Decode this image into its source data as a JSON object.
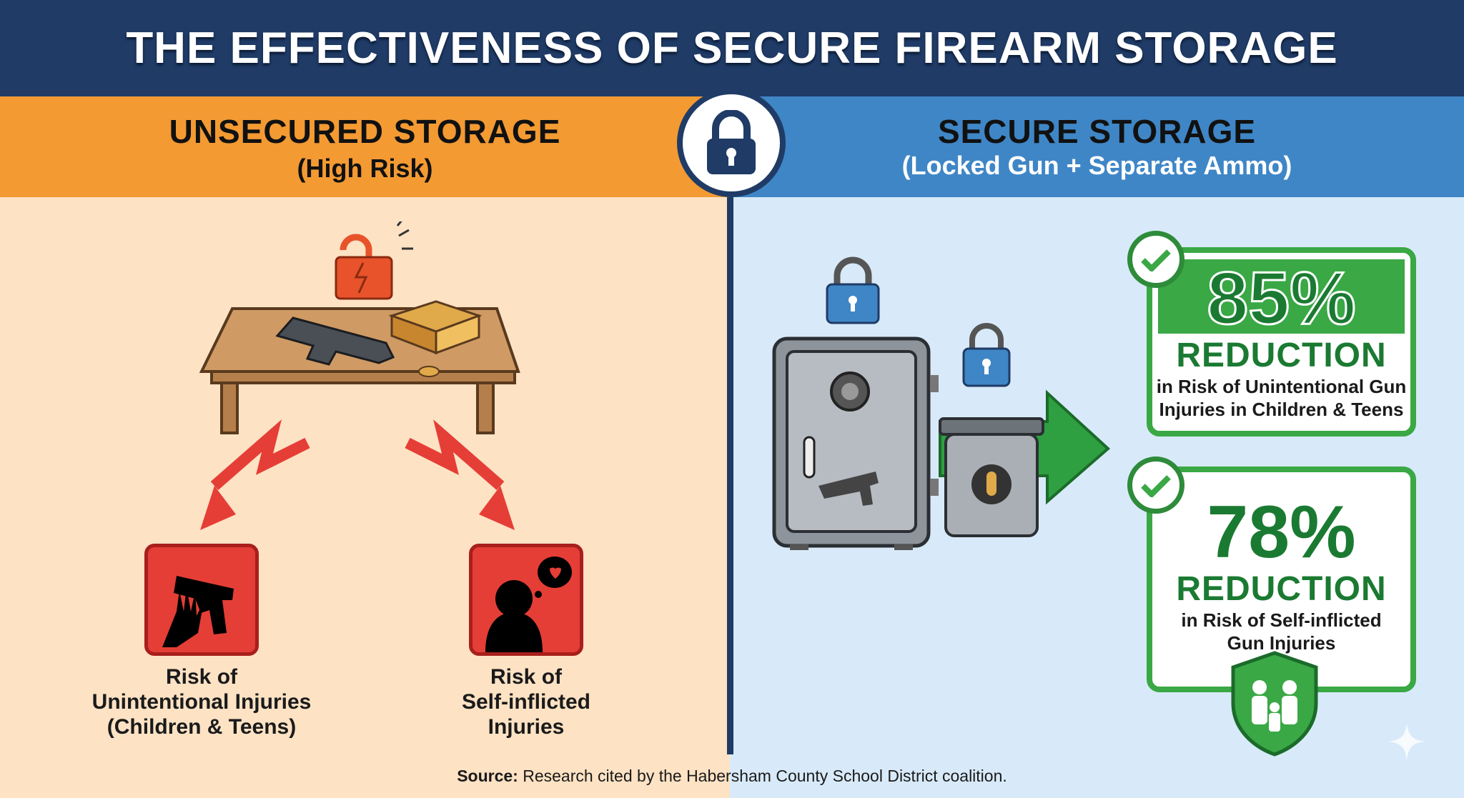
{
  "header": {
    "title": "THE EFFECTIVENESS OF SECURE FIREARM STORAGE"
  },
  "unsecured": {
    "title": "UNSECURED STORAGE",
    "subtitle": "(High Risk)",
    "risks": [
      {
        "line1": "Risk of",
        "line2": "Unintentional Injuries",
        "line3": "(Children & Teens)"
      },
      {
        "line1": "Risk of",
        "line2": "Self-inflicted",
        "line3": "Injuries"
      }
    ]
  },
  "secure": {
    "title": "SECURE STORAGE",
    "subtitle": "(Locked Gun + Separate Ammo)",
    "stats": [
      {
        "value": "85%",
        "label": "REDUCTION",
        "desc1": "in Risk of Unintentional Gun",
        "desc2": "Injuries in Children & Teens"
      },
      {
        "value": "78%",
        "label": "REDUCTION",
        "desc1": "in Risk of Self-inflicted",
        "desc2": "Gun Injuries"
      }
    ]
  },
  "source": {
    "prefix": "Source:",
    "text": " Research cited by the Habersham County School District coalition."
  },
  "colors": {
    "navy": "#1f3b66",
    "orange": "#f39a33",
    "blue": "#3f86c6",
    "green": "#3aa845",
    "red": "#e53e36"
  }
}
